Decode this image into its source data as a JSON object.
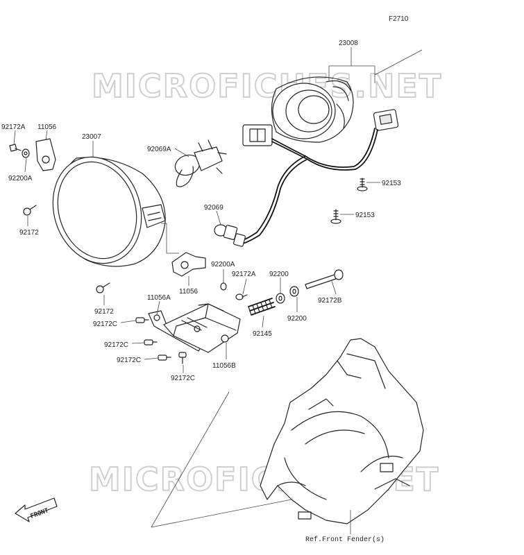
{
  "figure": {
    "code": "F2710"
  },
  "watermark": {
    "text": "MICROFICHES.NET"
  },
  "parts": {
    "p23008": "23008",
    "p23007": "23007",
    "p11056_top": "11056",
    "p92172A_top": "92172A",
    "p92200A_left": "92200A",
    "p92172_left": "92172",
    "p92069A": "92069A",
    "p92069": "92069",
    "p92153_a": "92153",
    "p92153_b": "92153",
    "p92200A_mid": "92200A",
    "p92172A_mid": "92172A",
    "p92200_a": "92200",
    "p92200_b": "92200",
    "p92172B": "92172B",
    "p11056_mid": "11056",
    "p92172_bottom": "92172",
    "p11056A": "11056A",
    "p92172C_1": "92172C",
    "p92145": "92145",
    "p92172C_2": "92172C",
    "p92172C_3": "92172C",
    "p11056B": "11056B",
    "p92172C_4": "92172C"
  },
  "reference": {
    "text": "Ref.Front Fender(s)"
  },
  "front_arrow": {
    "text": "FRONT"
  }
}
